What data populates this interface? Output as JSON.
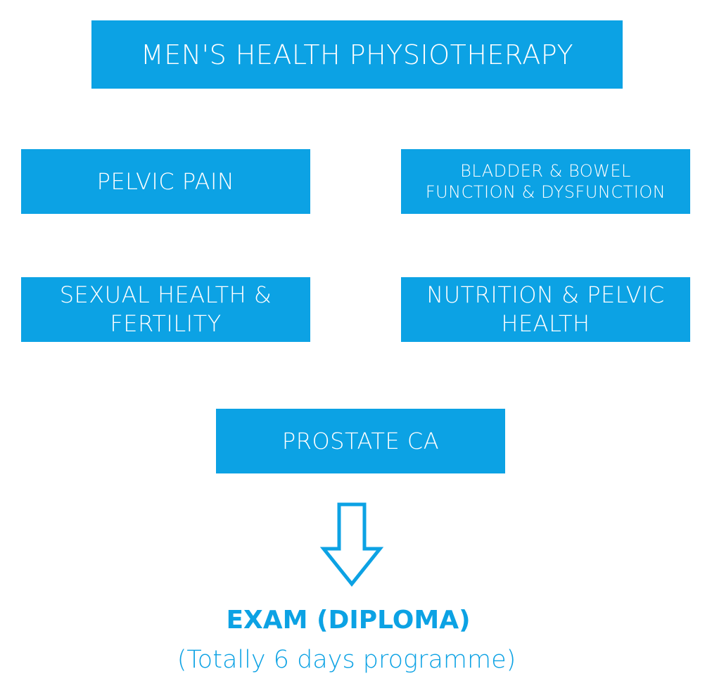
{
  "colors": {
    "box_fill": "#0ca2e4",
    "box_text": "#ffffff",
    "accent_text": "#0ca2e4"
  },
  "title": "MEN'S HEALTH PHYSIOTHERAPY",
  "modules": {
    "pelvic_pain": {
      "line1": "PELVIC PAIN"
    },
    "bladder_bowel": {
      "line1": "BLADDER & BOWEL",
      "line2": "FUNCTION & DYSFUNCTION"
    },
    "sexual_health": {
      "line1": "SEXUAL HEALTH &",
      "line2": "FERTILITY"
    },
    "nutrition": {
      "line1": "NUTRITION & PELVIC",
      "line2": "HEALTH"
    },
    "prostate": {
      "line1": "PROSTATE CA"
    }
  },
  "arrow_icon": "down-arrow-outline-icon",
  "exam": {
    "title": "EXAM (DIPLOMA)",
    "subtitle": "(Totally 6 days programme)"
  }
}
